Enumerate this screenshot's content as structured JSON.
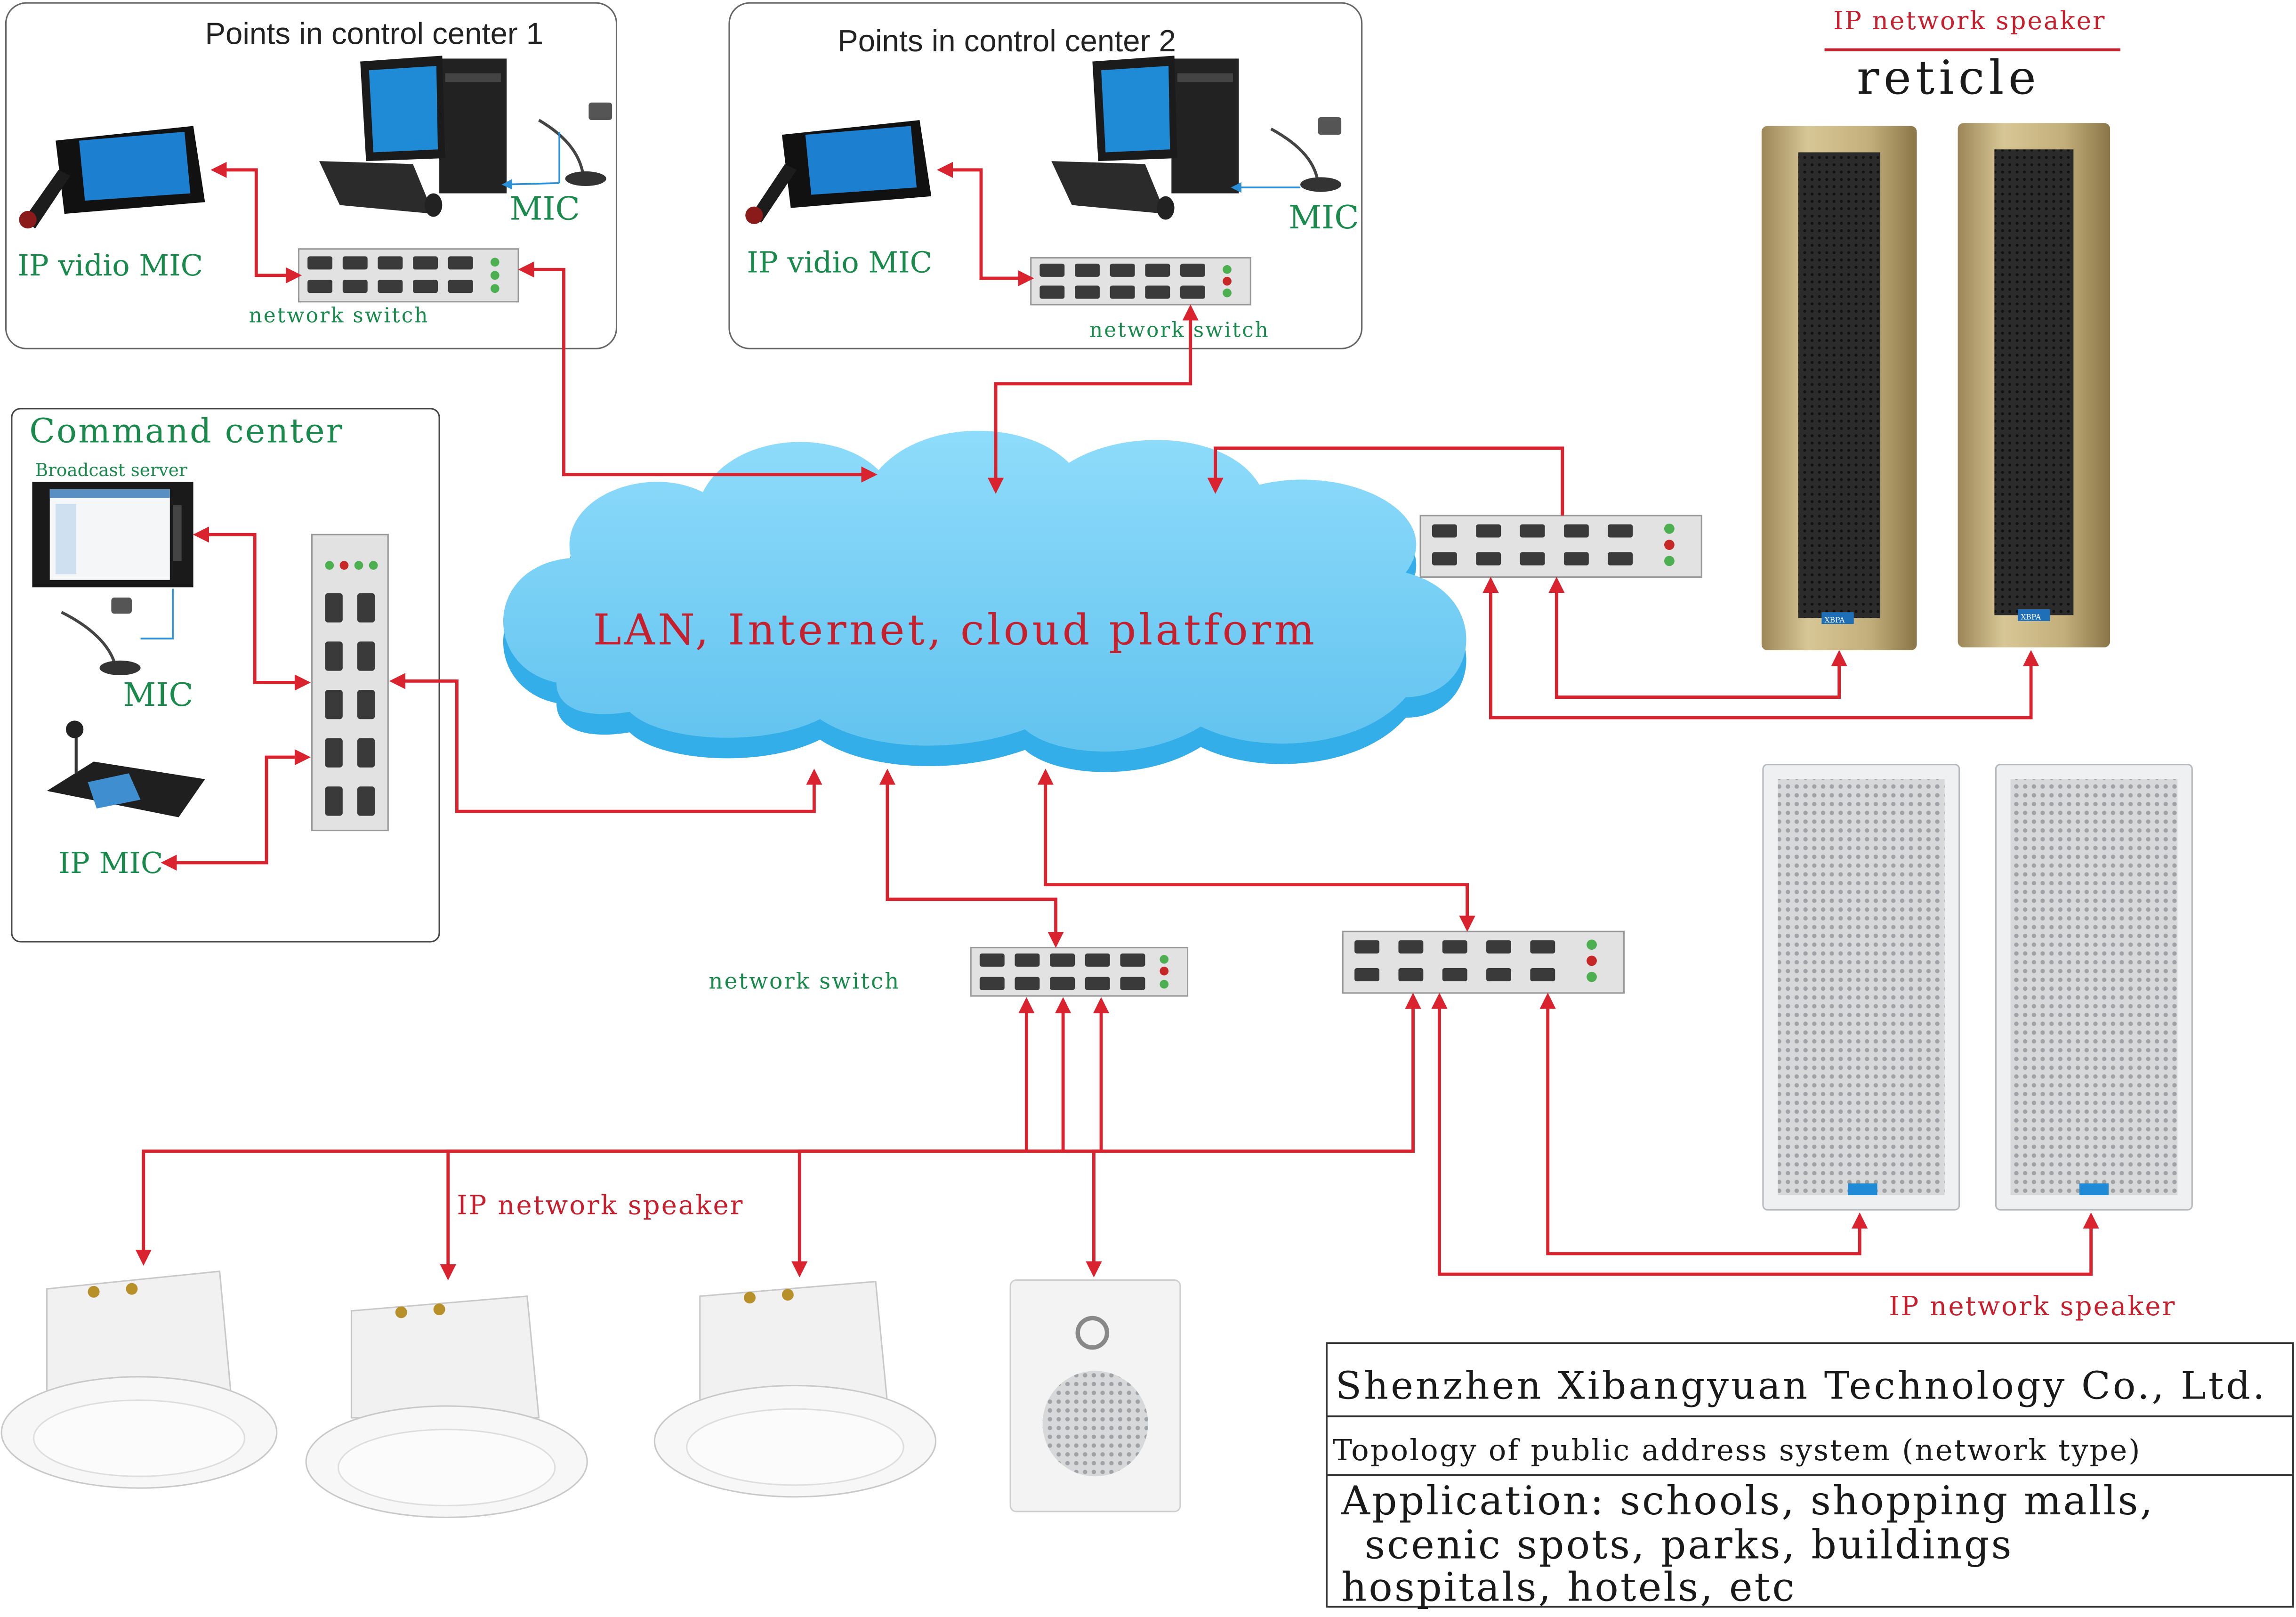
{
  "cloud_label": "LAN, Internet, cloud platform",
  "control_center_1": {
    "title": "Points in control center 1",
    "video_mic": "IP vidio MIC",
    "mic": "MIC",
    "switch": "network switch"
  },
  "control_center_2": {
    "title": "Points in control center 2",
    "video_mic": "IP vidio MIC",
    "mic": "MIC",
    "switch": "network switch"
  },
  "command_center": {
    "title": "Command center",
    "server": "Broadcast server",
    "mic": "MIC",
    "ip_mic": "IP MIC"
  },
  "top_right": {
    "heading": "IP network speaker",
    "subheading": "reticle",
    "brand": "XBPA"
  },
  "bottom": {
    "switch_label": "network switch",
    "speaker_label_left": "IP network speaker",
    "speaker_label_right": "IP network speaker"
  },
  "info_table": {
    "company": "Shenzhen Xibangyuan Technology Co., Ltd.",
    "topology": "Topology of public address system (network type)",
    "application_line1": "Application: schools, shopping malls,",
    "application_line2": "scenic spots, parks, buildings",
    "application_line3": "hospitals, hotels, etc"
  },
  "colors": {
    "wire": "#d9232f",
    "cloud": "#7dd3f7",
    "label_green": "#1a8a4c",
    "label_red": "#c4202e"
  }
}
